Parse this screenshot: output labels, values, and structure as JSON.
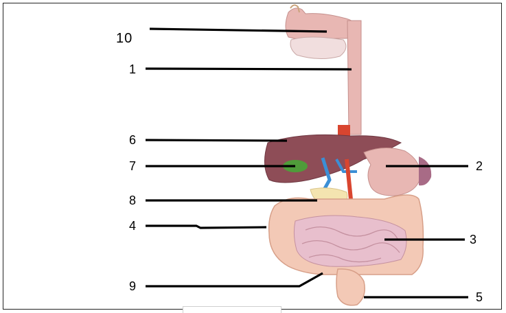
{
  "labels": {
    "l10": "10",
    "l1": "1",
    "l6": "6",
    "l7": "7",
    "l8": "8",
    "l4": "4",
    "l9": "9",
    "l2": "2",
    "l3": "3",
    "l5": "5"
  },
  "colors": {
    "organ_pink": "#e8b7b3",
    "liver": "#8e4d57",
    "gallbladder": "#4f9c3a",
    "pancreas": "#f4e4b0",
    "vessel_red": "#d9452f",
    "vessel_blue": "#3b8fd6",
    "leader_line": "#000000"
  }
}
